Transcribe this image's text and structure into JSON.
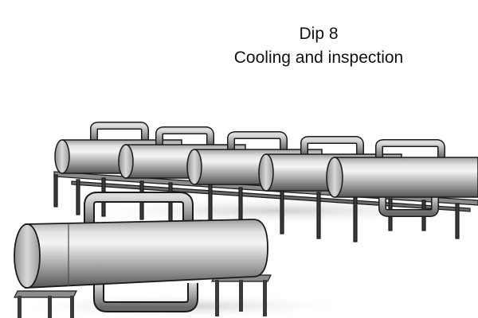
{
  "caption": {
    "title": "Dip 8",
    "subtitle": "Cooling and inspection"
  },
  "illustration": {
    "subject": "pipes",
    "back_row_count": 5,
    "front_row_count": 1,
    "colors": {
      "metal_light": "#ebebeb",
      "metal_mid": "#a9a9a9",
      "metal_dark": "#5c5c5c",
      "outline": "#1a1a1a",
      "shadow": "#cfcfcf"
    }
  }
}
